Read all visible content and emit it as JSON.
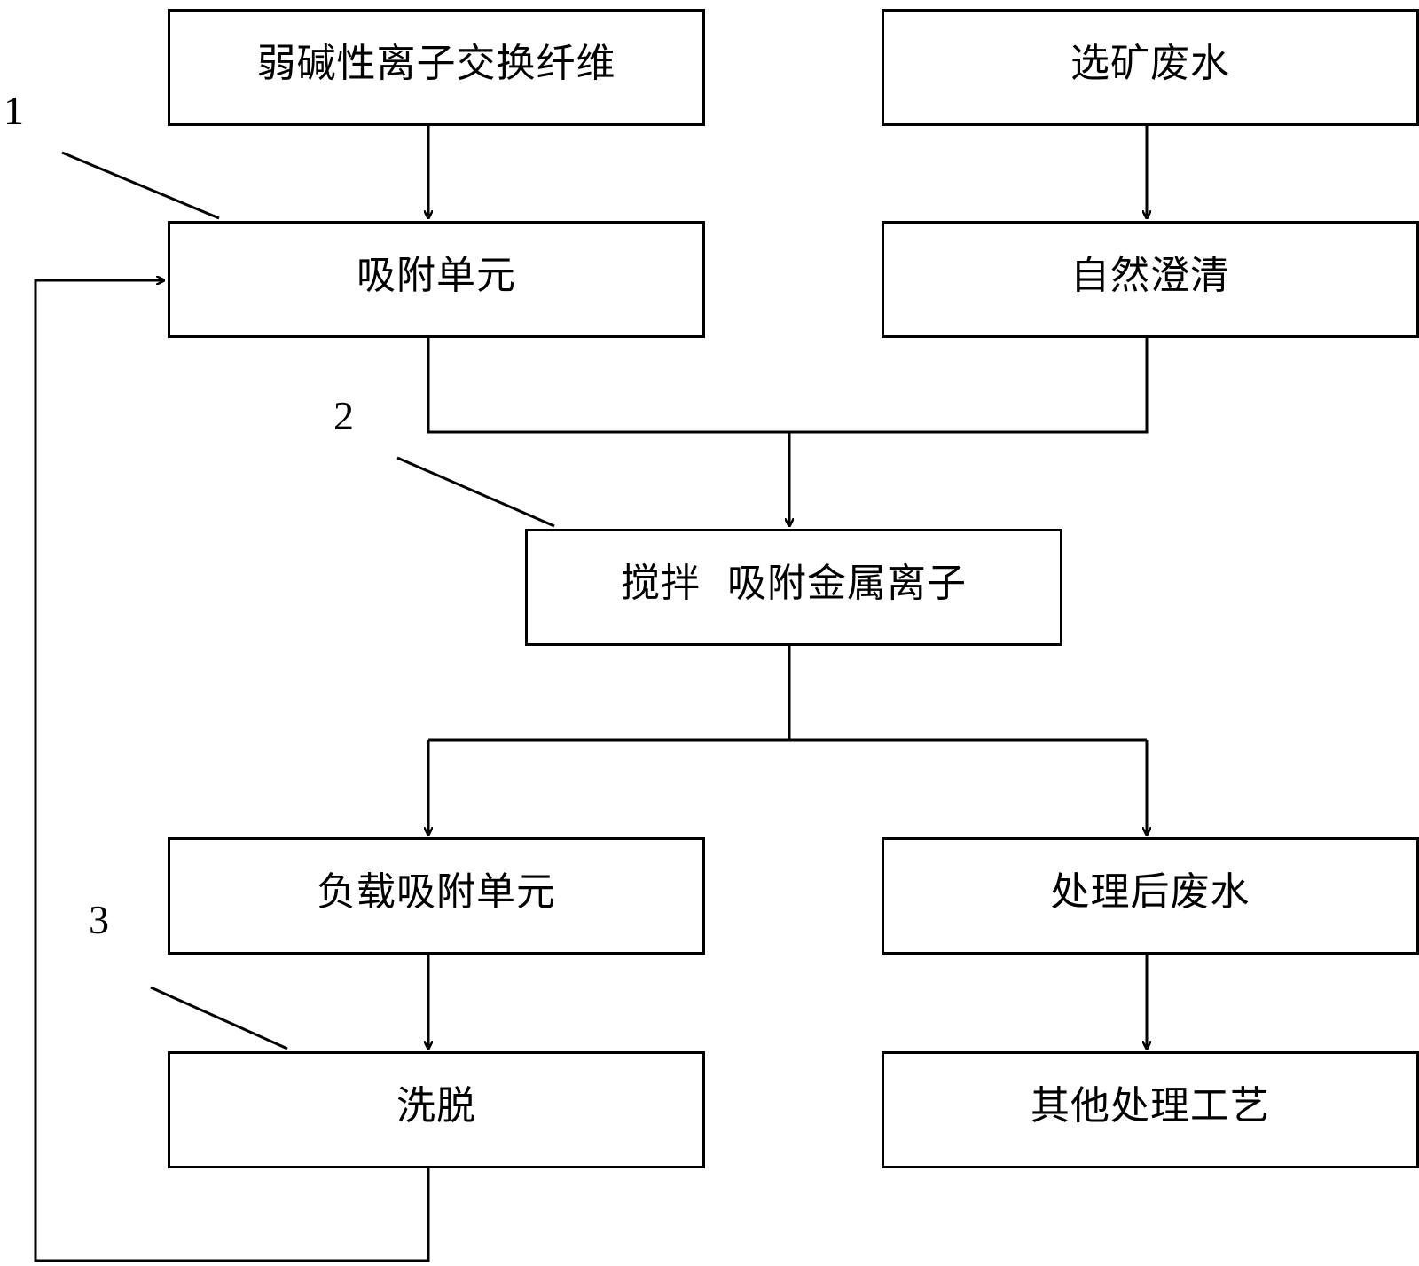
{
  "boxes": {
    "fiber": "弱碱性离子交换纤维",
    "wastewater": "选矿废水",
    "adsorption_unit": "吸附单元",
    "clarification": "自然澄清",
    "stirring": "搅拌  吸附金属离子",
    "loaded_unit": "负载吸附单元",
    "treated_water": "处理后废水",
    "elution": "洗脱",
    "other_processes": "其他处理工艺"
  },
  "markers": {
    "m1": "1",
    "m2": "2",
    "m3": "3"
  },
  "colors": {
    "stroke": "#000000",
    "background": "#ffffff"
  }
}
